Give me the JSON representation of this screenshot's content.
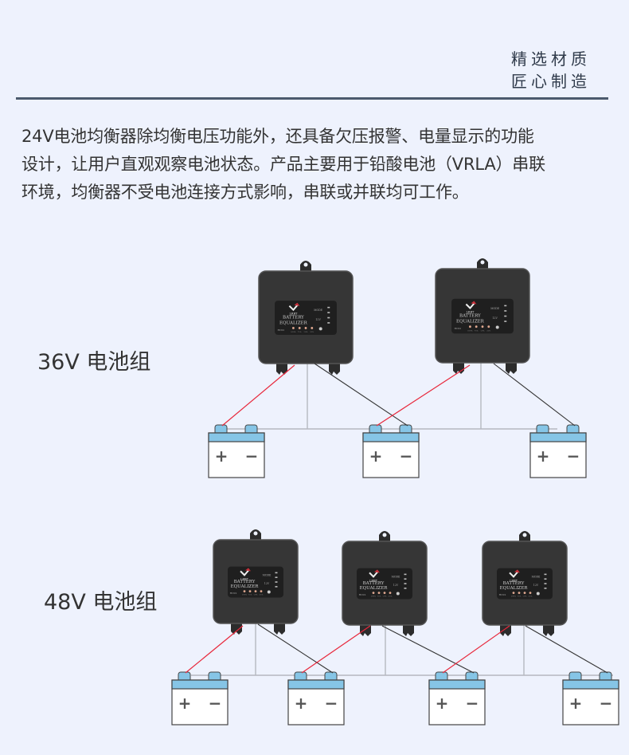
{
  "header": {
    "tagline_line1": "精选材质",
    "tagline_line2": "匠心制造"
  },
  "intro": {
    "lines": [
      "24V电池均衡器除均衡电压功能外，还具备欠压报警、电量显示的功能",
      "设计，让用户直观观察电池状态。产品主要用于铅酸电池（VRLA）串联",
      "环境，均衡器不受电池连接方式影响，串联或并联均可工作。"
    ]
  },
  "device": {
    "brand": "LRBT",
    "title_line1": "BATTERY",
    "title_line2": "EQUALIZER",
    "mode_label": "MODE",
    "volt_label": "12V",
    "model_label": "HC02",
    "led_labels": [
      "100%",
      "75%",
      "50%",
      "25%"
    ]
  },
  "battery": {
    "plus": "+",
    "minus": "−"
  },
  "colors": {
    "positive_wire": "#e8283c",
    "negative_wire": "#333333",
    "bus_wire": "#b5b8c0",
    "battery_cap": "#86c5e6",
    "device_body": "#363636"
  },
  "groups": [
    {
      "label": "36V 电池组",
      "batteries": 3,
      "equalizers": 2
    },
    {
      "label": "48V 电池组",
      "batteries": 4,
      "equalizers": 3
    }
  ]
}
